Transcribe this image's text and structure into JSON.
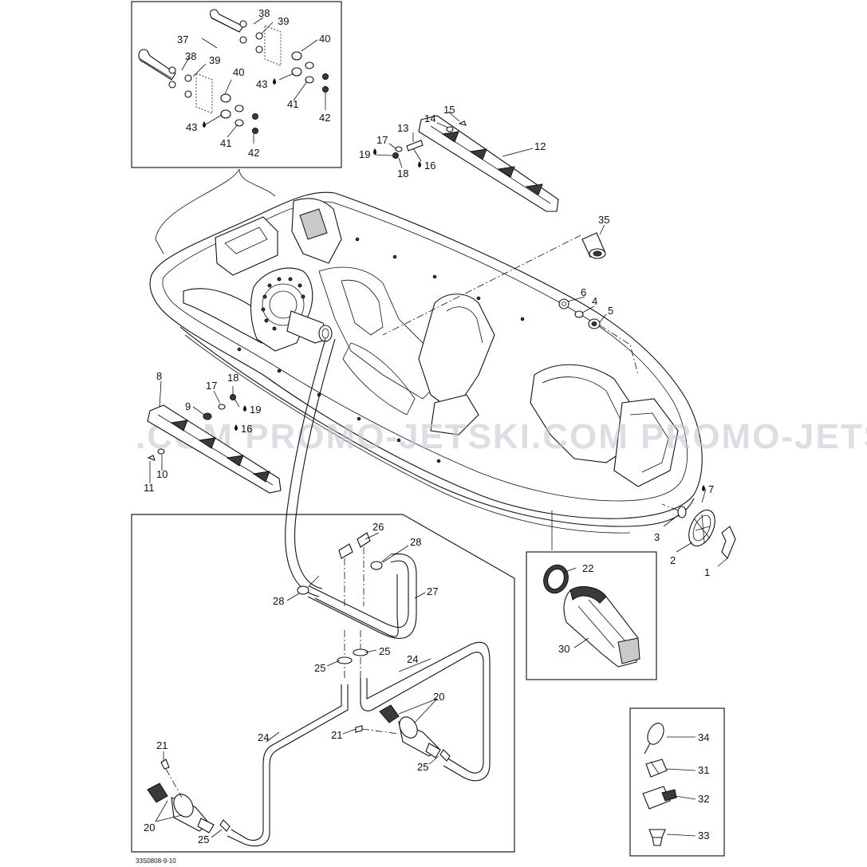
{
  "diagram": {
    "watermark": ".COM   PROMO-JETSKI.COM   PROMO-JETSKI",
    "figure_code": "33S0808-9-10",
    "callouts": {
      "c1": "1",
      "c2": "2",
      "c3": "3",
      "c4": "4",
      "c5": "5",
      "c6": "6",
      "c7": "7",
      "c8": "8",
      "c9": "9",
      "c10": "10",
      "c11": "11",
      "c12": "12",
      "c13": "13",
      "c14": "14",
      "c15": "15",
      "c16a": "16",
      "c16b": "16",
      "c17a": "17",
      "c17b": "17",
      "c18a": "18",
      "c18b": "18",
      "c19a": "19",
      "c19b": "19",
      "c20a": "20",
      "c20b": "20",
      "c21a": "21",
      "c21b": "21",
      "c22": "22",
      "c24a": "24",
      "c24b": "24",
      "c25a": "25",
      "c25b": "25",
      "c25c": "25",
      "c25d": "25",
      "c26": "26",
      "c27": "27",
      "c28a": "28",
      "c28b": "28",
      "c30": "30",
      "c31": "31",
      "c32": "32",
      "c33": "33",
      "c34": "34",
      "c35": "35",
      "c37": "37",
      "c38a": "38",
      "c38b": "38",
      "c39a": "39",
      "c39b": "39",
      "c40a": "40",
      "c40b": "40",
      "c41a": "41",
      "c41b": "41",
      "c42a": "42",
      "c42b": "42",
      "c43a": "43",
      "c43b": "43"
    }
  }
}
